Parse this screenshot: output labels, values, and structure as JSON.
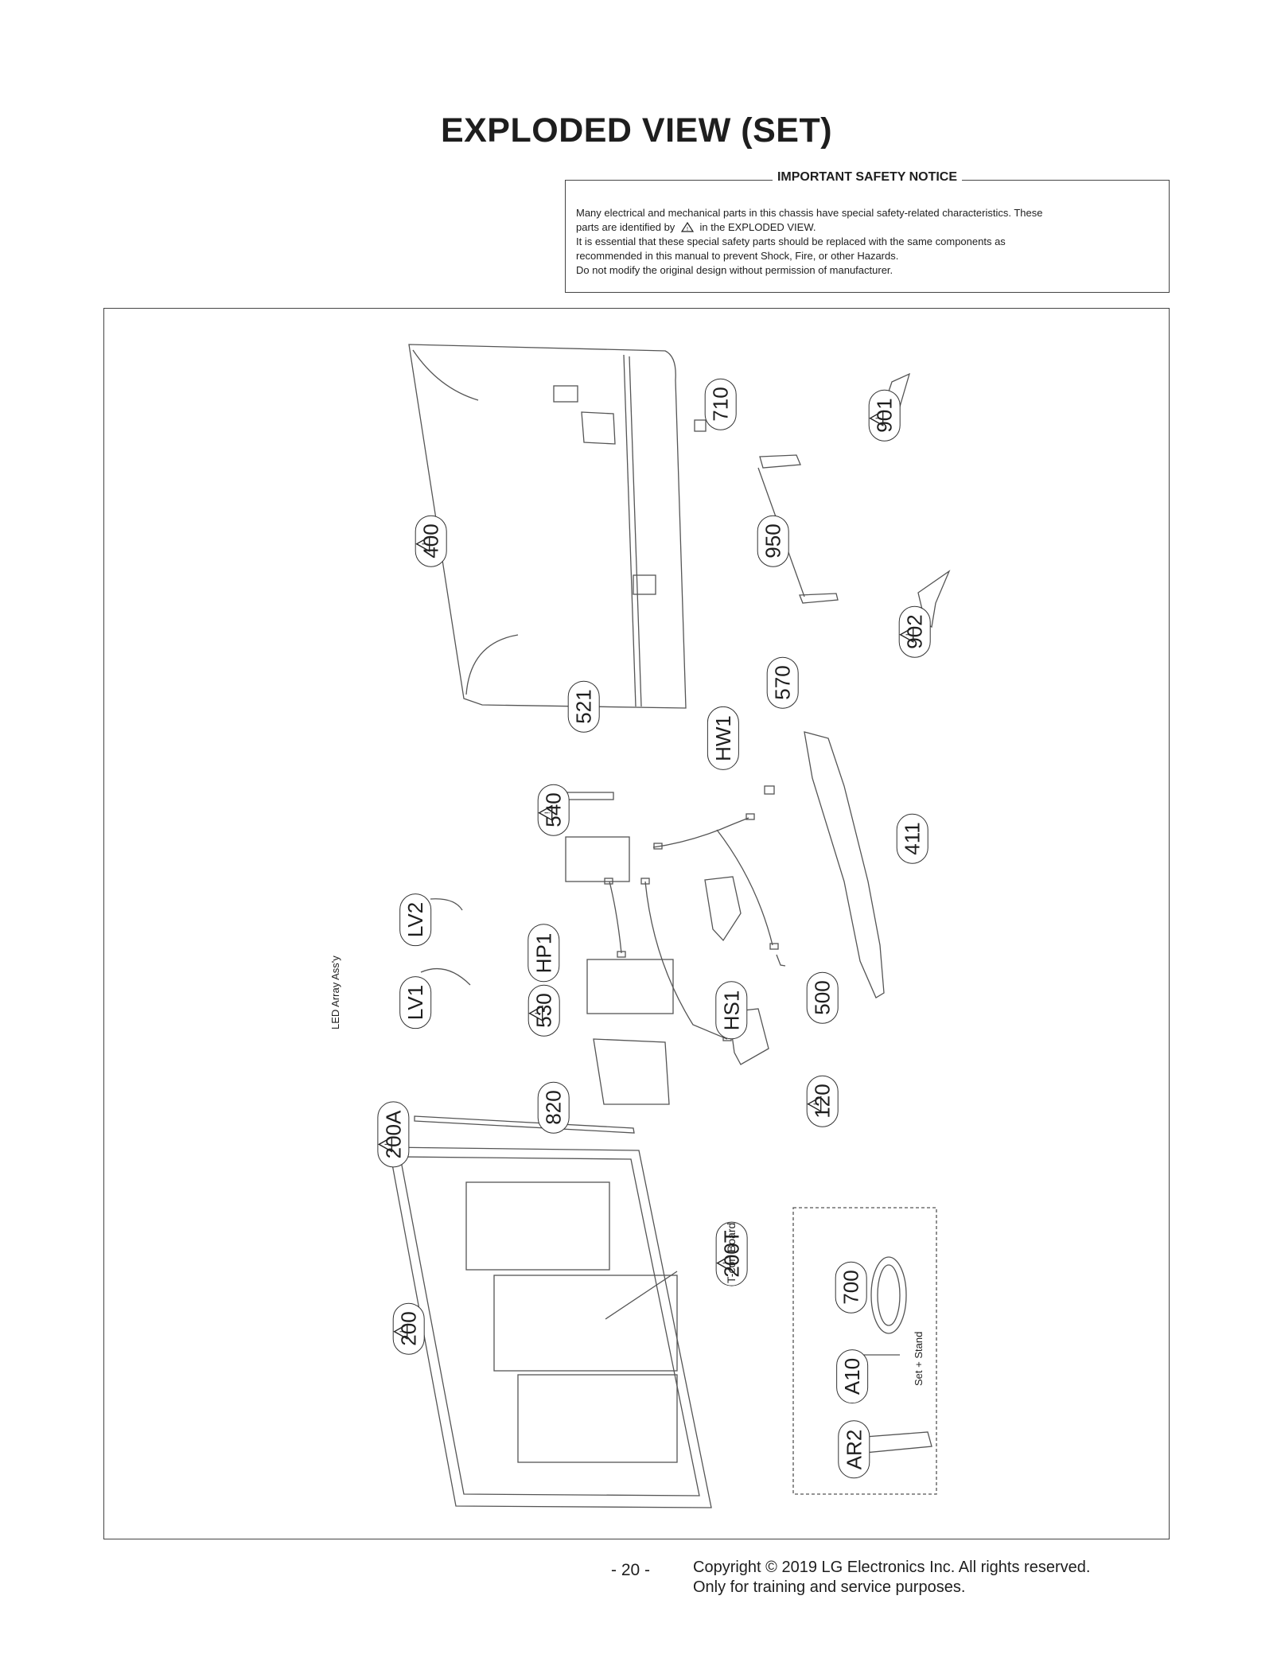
{
  "title": "EXPLODED VIEW (SET)",
  "notice": {
    "heading": "IMPORTANT SAFETY NOTICE",
    "line1": "Many electrical and mechanical parts in this chassis have special safety-related characteristics. These",
    "line2_before": "parts are identified by",
    "line2_after": "in the EXPLODED VIEW.",
    "line3": "It is essential that these special safety parts should be replaced with the same components as",
    "line4": "recommended in this manual to prevent Shock, Fire, or other Hazards.",
    "line5": "Do not modify the original design without permission of manufacturer."
  },
  "parts": [
    {
      "id": "400",
      "warning": true
    },
    {
      "id": "710",
      "warning": false
    },
    {
      "id": "901",
      "warning": true
    },
    {
      "id": "950",
      "warning": false
    },
    {
      "id": "902",
      "warning": true
    },
    {
      "id": "570",
      "warning": false
    },
    {
      "id": "521",
      "warning": false
    },
    {
      "id": "HW1",
      "warning": false
    },
    {
      "id": "540",
      "warning": true
    },
    {
      "id": "411",
      "warning": false
    },
    {
      "id": "LV2",
      "warning": false
    },
    {
      "id": "HP1",
      "warning": false
    },
    {
      "id": "LV1",
      "warning": false
    },
    {
      "id": "530",
      "warning": true
    },
    {
      "id": "HS1",
      "warning": false
    },
    {
      "id": "500",
      "warning": false
    },
    {
      "id": "820",
      "warning": false
    },
    {
      "id": "120",
      "warning": true
    },
    {
      "id": "200A",
      "warning": true
    },
    {
      "id": "200T",
      "warning": true
    },
    {
      "id": "200",
      "warning": true
    },
    {
      "id": "700",
      "warning": false
    },
    {
      "id": "A10",
      "warning": false
    },
    {
      "id": "AR2",
      "warning": false
    }
  ],
  "labels": {
    "led_array": "LED Array Ass'y",
    "tcon": "T-con Board",
    "set_stand": "Set + Stand"
  },
  "page_number": "- 20 -",
  "copyright": {
    "line1": "Copyright © 2019 LG Electronics Inc. All rights reserved.",
    "line2": "Only for training and service purposes."
  }
}
